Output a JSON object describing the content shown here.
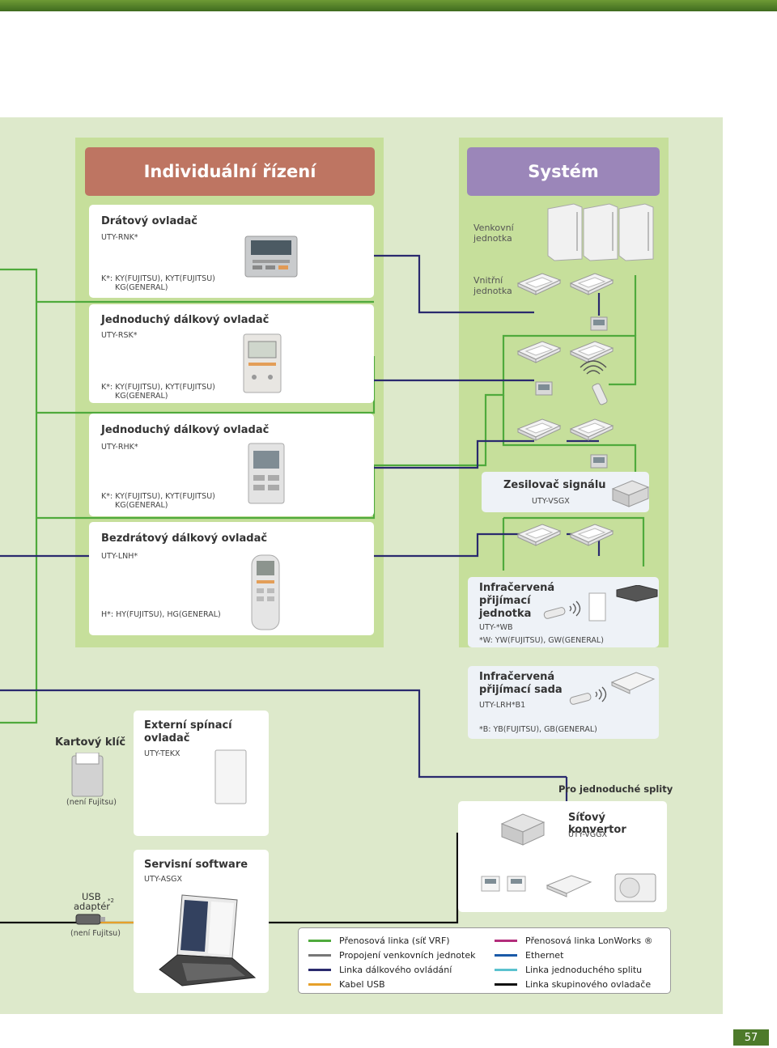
{
  "page_number": "57",
  "headers": {
    "individual": "Individuální řízení",
    "system": "Systém"
  },
  "individual": {
    "wired": {
      "title": "Drátový ovladač",
      "model": "UTY-RNK*",
      "note1": "K*: KY(FUJITSU), KYT(FUJITSU)",
      "note2": "KG(GENERAL)"
    },
    "simple_rsk": {
      "title": "Jednoduchý dálkový ovladač",
      "model": "UTY-RSK*",
      "note1": "K*: KY(FUJITSU), KYT(FUJITSU)",
      "note2": "KG(GENERAL)"
    },
    "simple_rhk": {
      "title": "Jednoduchý dálkový ovladač",
      "model": "UTY-RHK*",
      "note1": "K*: KY(FUJITSU), KYT(FUJITSU)",
      "note2": "KG(GENERAL)"
    },
    "wireless": {
      "title": "Bezdrátový dálkový ovladač",
      "model": "UTY-LNH*",
      "note1": "H*: HY(FUJITSU), HG(GENERAL)"
    }
  },
  "system": {
    "outdoor_label_1": "Venkovní",
    "outdoor_label_2": "jednotka",
    "indoor_label_1": "Vnitřní",
    "indoor_label_2": "jednotka",
    "booster": {
      "title": "Zesilovač signálu",
      "model": "UTY-VSGX"
    },
    "ir_receiver": {
      "title_1": "Infračervená",
      "title_2": "přijímací",
      "title_3": "jednotka",
      "model": "UTY-*WB",
      "note": "*W: YW(FUJITSU), GW(GENERAL)"
    }
  },
  "ir_kit": {
    "title_1": "Infračervená",
    "title_2": "přijímací sada",
    "model": "UTY-LRH*B1",
    "note": "*B: YB(FUJITSU), GB(GENERAL)"
  },
  "card_key": {
    "title": "Kartový klíč",
    "note": "(není Fujitsu)"
  },
  "external_switch": {
    "title_1": "Externí spínací",
    "title_2": "ovladač",
    "model": "UTY-TEKX"
  },
  "network_converter": {
    "heading": "Pro jednoduché splity",
    "title": "Síťový konvertor",
    "model": "UTY-VGGX"
  },
  "service_sw": {
    "title": "Servisní software",
    "model": "UTY-ASGX"
  },
  "usb": {
    "title_1": "USB",
    "title_2": "adaptér",
    "sup": "*2",
    "note": "(není Fujitsu)"
  },
  "legend": [
    {
      "label": "Přenosová linka (síť VRF)",
      "color": "#4faa3c"
    },
    {
      "label": "Přenosová linka LonWorks ®",
      "color": "#b32d7b"
    },
    {
      "label": "Propojení venkovních jednotek",
      "color": "#777777"
    },
    {
      "label": "Ethernet",
      "color": "#1a5aa8"
    },
    {
      "label": "Linka dálkového ovládání",
      "color": "#2a2a6e"
    },
    {
      "label": "Linka jednoduchého splitu",
      "color": "#5bc2cf"
    },
    {
      "label": "Kabel USB",
      "color": "#e6a02a"
    },
    {
      "label": "Linka skupinového ovladače",
      "color": "#111111"
    }
  ]
}
